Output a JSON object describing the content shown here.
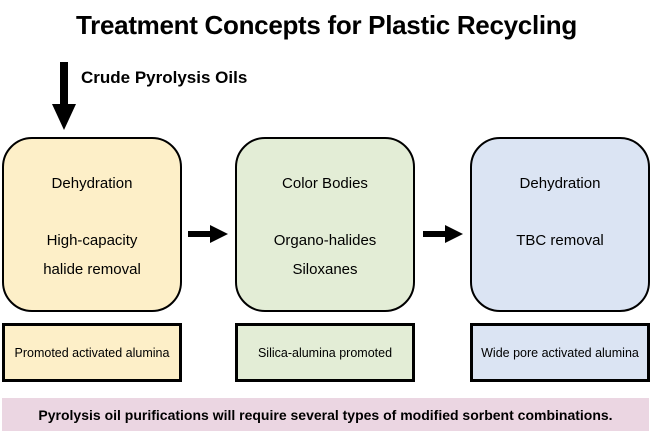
{
  "title": "Treatment Concepts for Plastic Recycling",
  "input": {
    "label": "Crude Pyrolysis Oils",
    "icon": "arrow-down-icon"
  },
  "stages": [
    {
      "lines": [
        "Dehydration",
        "High-capacity",
        "halide removal"
      ],
      "sorbent": "Promoted activated alumina",
      "color": "#fdefc8"
    },
    {
      "lines": [
        "Color Bodies",
        "Organo-halides",
        "Siloxanes"
      ],
      "sorbent": "Silica-alumina promoted",
      "color": "#e3edd6"
    },
    {
      "lines": [
        "Dehydration",
        "TBC removal"
      ],
      "sorbent": "Wide pore activated alumina",
      "color": "#dbe4f3"
    }
  ],
  "flow_icon": "arrow-right-icon",
  "footer": {
    "text": "Pyrolysis oil purifications will require several types of modified sorbent combinations.",
    "color": "#ebd6e2"
  }
}
